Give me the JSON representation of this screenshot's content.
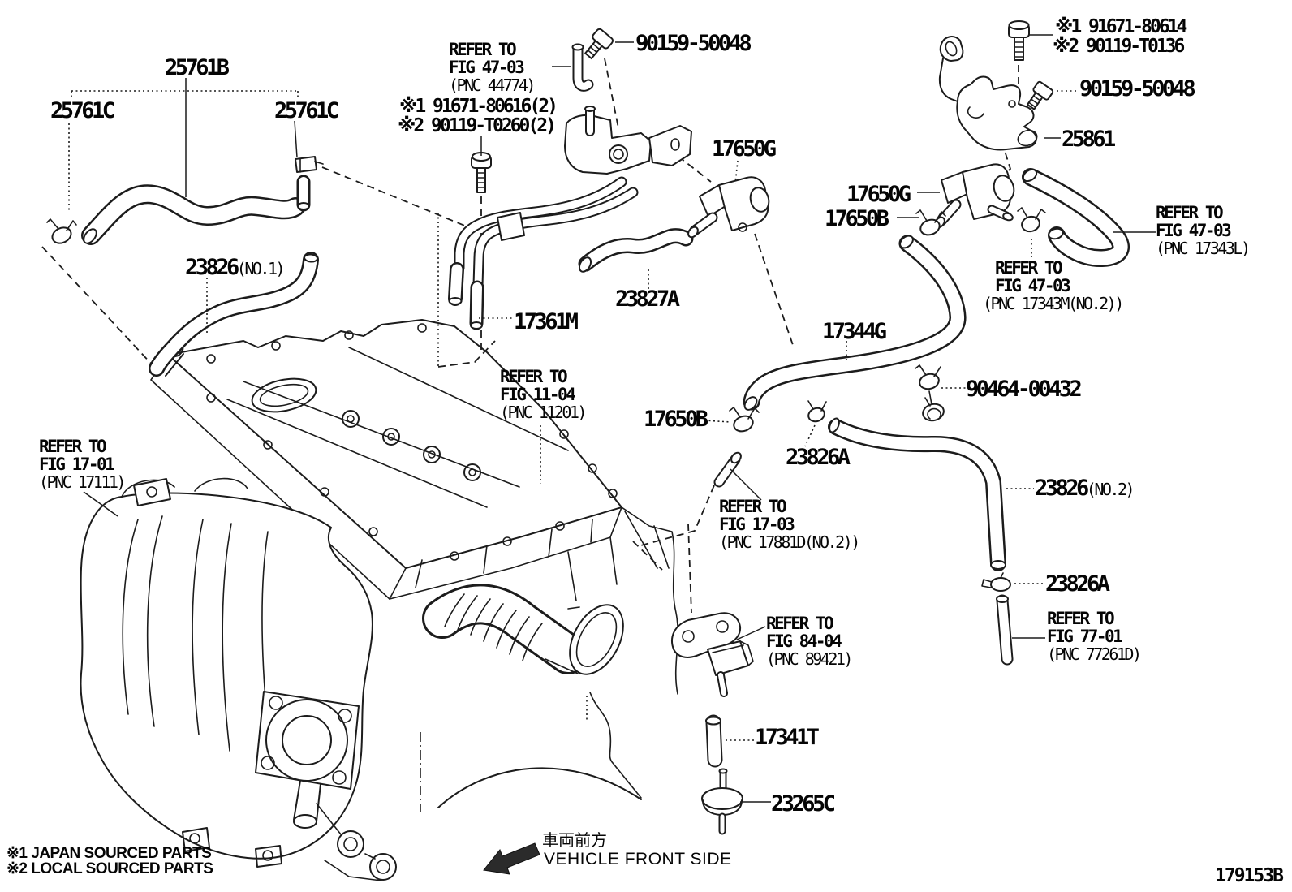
{
  "diagram": {
    "figure_code": "179153B",
    "direction": {
      "jp": "車両前方",
      "en": "VEHICLE FRONT SIDE"
    },
    "notes": {
      "note1": "※1 JAPAN SOURCED PARTS",
      "note2": "※2 LOCAL SOURCED PARTS"
    },
    "parts": {
      "p25761B": "25761B",
      "p25761C_left": "25761C",
      "p25761C_right": "25761C",
      "p23826_no1": "23826",
      "p23826_no1_suffix": "(NO.1)",
      "p17361M": "17361M",
      "p23827A": "23827A",
      "p17650G_left": "17650G",
      "p17650G_right": "17650G",
      "p17650B_left": "17650B",
      "p17650B_right": "17650B",
      "p17344G": "17344G",
      "p23826A_mid": "23826A",
      "p23826A_bottom": "23826A",
      "p90464_00432": "90464-00432",
      "p23826_no2": "23826",
      "p23826_no2_suffix": "(NO.2)",
      "p17341T": "17341T",
      "p23265C": "23265C",
      "p25861": "25861",
      "p90159_50048_top": "90159-50048",
      "p90159_50048_right": "90159-50048",
      "screw_left_1": "※1 91671-80616(2)",
      "screw_left_2": "※2 90119-T0260(2)",
      "screw_right_1": "※1 91671-80614",
      "screw_right_2": "※2 90119-T0136"
    },
    "refs": {
      "fig_44774": {
        "line1": "REFER TO",
        "line2": "FIG 47-03",
        "line3": "(PNC 44774)"
      },
      "fig_17343L": {
        "line1": "REFER TO",
        "line2": "FIG 47-03",
        "line3": "(PNC 17343L)"
      },
      "fig_17343M": {
        "line1": "REFER TO",
        "line2": "FIG 47-03",
        "line3": "(PNC 17343M(NO.2))"
      },
      "fig_11201": {
        "line1": "REFER TO",
        "line2": "FIG 11-04",
        "line3": "(PNC 11201)"
      },
      "fig_17881D": {
        "line1": "REFER TO",
        "line2": "FIG 17-03",
        "line3": "(PNC 17881D(NO.2))"
      },
      "fig_77261D": {
        "line1": "REFER TO",
        "line2": "FIG 77-01",
        "line3": "(PNC 77261D)"
      },
      "fig_89421": {
        "line1": "REFER TO",
        "line2": "FIG 84-04",
        "line3": "(PNC 89421)"
      },
      "fig_17111": {
        "line1": "REFER TO",
        "line2": "FIG 17-01",
        "line3": "(PNC 17111)"
      }
    }
  }
}
